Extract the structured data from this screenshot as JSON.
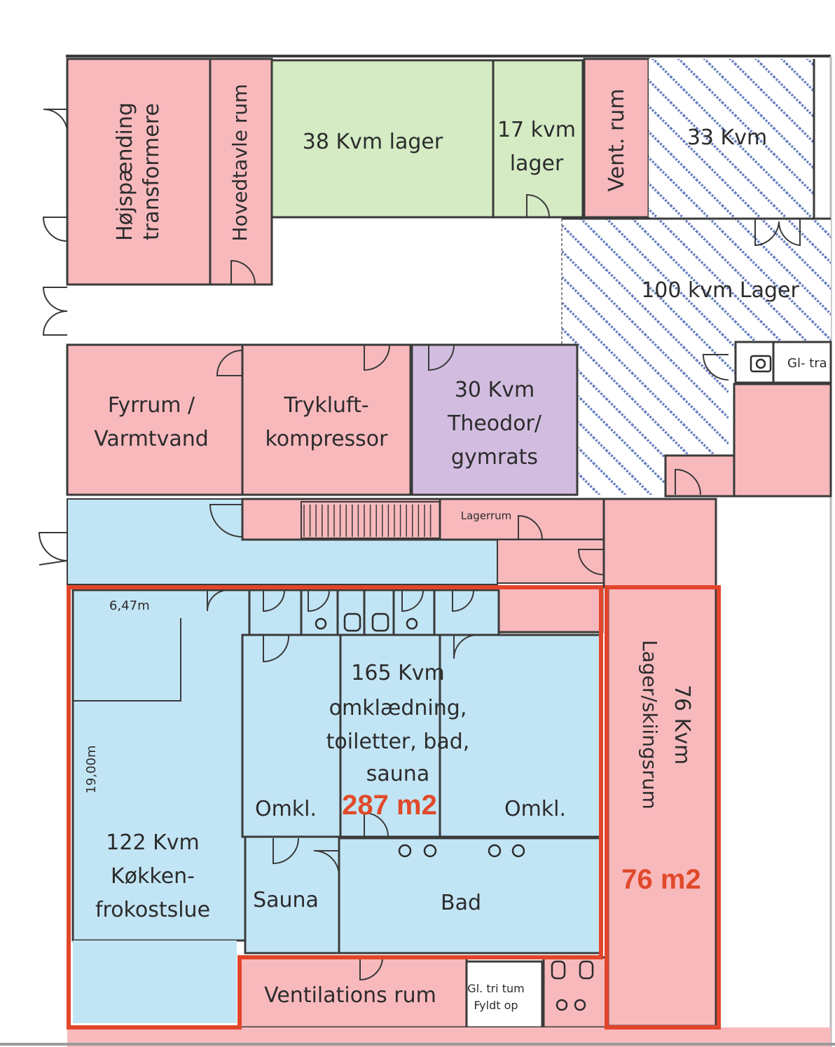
{
  "highlight_color": "#e2452b",
  "colors": {
    "technical": "#f8b9bd",
    "storage": "#d4ebc4",
    "theodor": "#d2bde0",
    "changing": "#c2e5f5",
    "hatched": "#6a7fc0"
  },
  "rooms": {
    "hojspaending": [
      "Højspænding",
      "transformere"
    ],
    "hovedtavle": "Hovedtavle rum",
    "lager38": "38 Kvm lager",
    "lager17": [
      "17 kvm",
      "lager"
    ],
    "vent": "Vent. rum",
    "kvm33": "33 Kvm",
    "lager100": "100 kvm Lager",
    "gl_tra": "Gl- tra",
    "fyrrum": [
      "Fyrrum /",
      "Varmtvand"
    ],
    "trykluft": [
      "Trykluft-",
      "kompressor"
    ],
    "theodor": [
      "30 Kvm",
      "Theodor/",
      "gymrats"
    ],
    "lagerrum": "Lagerrum",
    "omkl165": [
      "165 Kvm",
      "omklædning,",
      "toiletter, bad,",
      "sauna"
    ],
    "omkl_left": "Omkl.",
    "omkl_right": "Omkl.",
    "kokken": [
      "122 Kvm",
      "Køkken-",
      "frokostslue"
    ],
    "sauna": "Sauna",
    "bad": "Bad",
    "lager76": [
      "76 Kvm",
      "Lager/skiingsrum"
    ],
    "ventilation": "Ventilations rum",
    "gl_trt": [
      "Gl. tri tum",
      "Fyldt op"
    ]
  },
  "dimensions": {
    "width": "6,47m",
    "length": "19,00m"
  },
  "areas": {
    "left_block": "287 m2",
    "right_block": "76 m2"
  }
}
